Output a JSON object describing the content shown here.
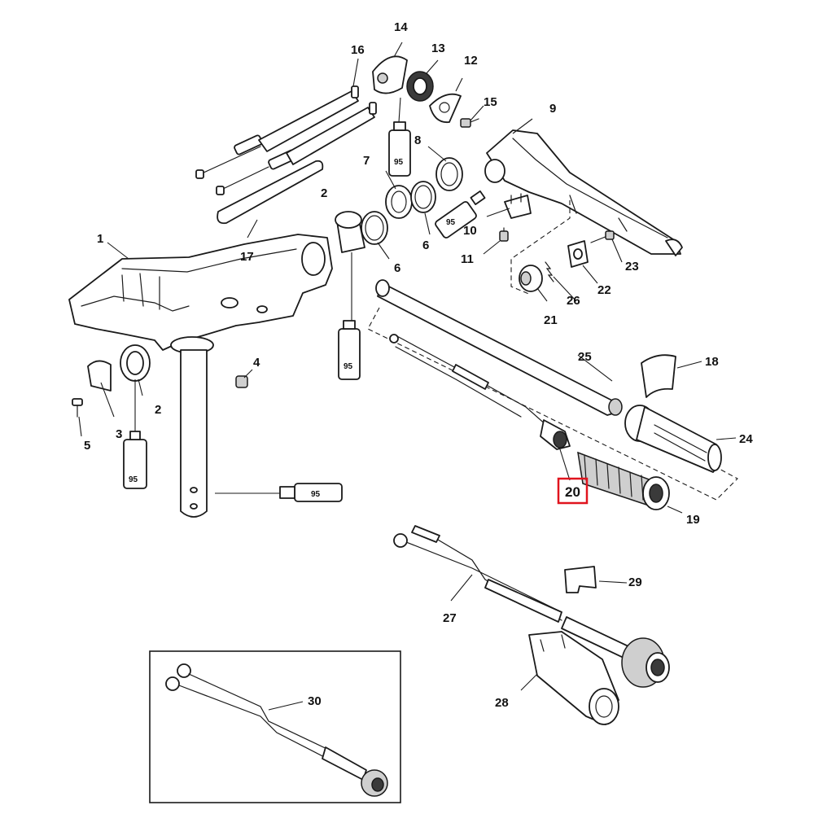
{
  "callouts": {
    "c1": "1",
    "c2a": "2",
    "c2b": "2",
    "c3": "3",
    "c4": "4",
    "c5": "5",
    "c6a": "6",
    "c6b": "6",
    "c7": "7",
    "c8": "8",
    "c9": "9",
    "c10": "10",
    "c11": "11",
    "c12": "12",
    "c13": "13",
    "c14": "14",
    "c15": "15",
    "c16": "16",
    "c17": "17",
    "c18": "18",
    "c19": "19",
    "c21": "21",
    "c22": "22",
    "c23": "23",
    "c24": "24",
    "c25": "25",
    "c26": "26",
    "c27": "27",
    "c28": "28",
    "c29": "29",
    "c30": "30"
  },
  "highlight": {
    "part_number": "20",
    "color": "#e0141e"
  },
  "lubricant_label": "95"
}
